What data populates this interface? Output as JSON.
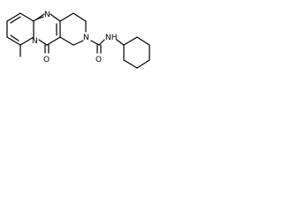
{
  "molecule": {
    "atom_labels": {
      "n_pyrimidine": "N",
      "n_bridgehead": "N",
      "oxygen_carbonyl_ring": "O",
      "n_piperidine": "N",
      "oxygen_amide": "O",
      "nh_amide": "NH"
    },
    "colors": {
      "ink": "#000000",
      "background": "#ffffff"
    }
  }
}
